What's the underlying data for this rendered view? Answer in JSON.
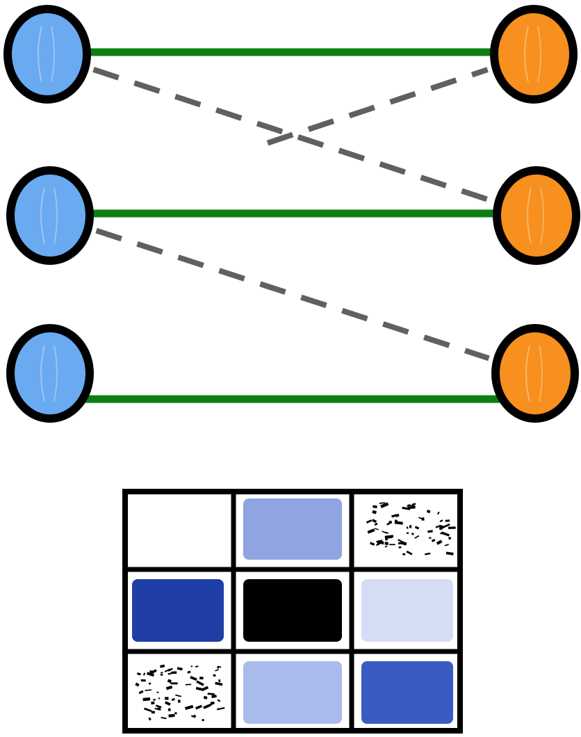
{
  "diagram": {
    "type": "bipartite-graph",
    "colors": {
      "left_node_fill": "#6aaaf0",
      "right_node_fill": "#f7901e",
      "node_outline": "#000000",
      "solid_edge": "#0b7f12",
      "dashed_edge": "#606060"
    },
    "left_nodes": [
      {
        "id": "L1"
      },
      {
        "id": "L2"
      },
      {
        "id": "L3"
      }
    ],
    "right_nodes": [
      {
        "id": "R1"
      },
      {
        "id": "R2"
      },
      {
        "id": "R3"
      }
    ],
    "edges": [
      {
        "from": "L1",
        "to": "R1",
        "style": "solid"
      },
      {
        "from": "L2",
        "to": "R2",
        "style": "solid"
      },
      {
        "from": "L3",
        "to": "R3",
        "style": "solid"
      },
      {
        "from": "L1",
        "to": "R2",
        "style": "dashed"
      },
      {
        "from": "L2",
        "to": "R3",
        "style": "dashed"
      },
      {
        "from": "L2",
        "to": "R1",
        "style": "dashed"
      }
    ]
  },
  "matrix": {
    "rows": 3,
    "cols": 3,
    "grid_color": "#000000",
    "cells": [
      [
        {
          "fill": "#ffffff",
          "pattern": "none"
        },
        {
          "fill": "#8fa4e0",
          "pattern": "none"
        },
        {
          "fill": "#ffffff",
          "pattern": "black-speckle"
        }
      ],
      [
        {
          "fill": "#1f3fa6",
          "pattern": "none"
        },
        {
          "fill": "#000000",
          "pattern": "none"
        },
        {
          "fill": "#d5ddf5",
          "pattern": "none"
        }
      ],
      [
        {
          "fill": "#ffffff",
          "pattern": "black-speckle"
        },
        {
          "fill": "#a9bbea",
          "pattern": "none"
        },
        {
          "fill": "#3a5bc2",
          "pattern": "none"
        }
      ]
    ]
  }
}
